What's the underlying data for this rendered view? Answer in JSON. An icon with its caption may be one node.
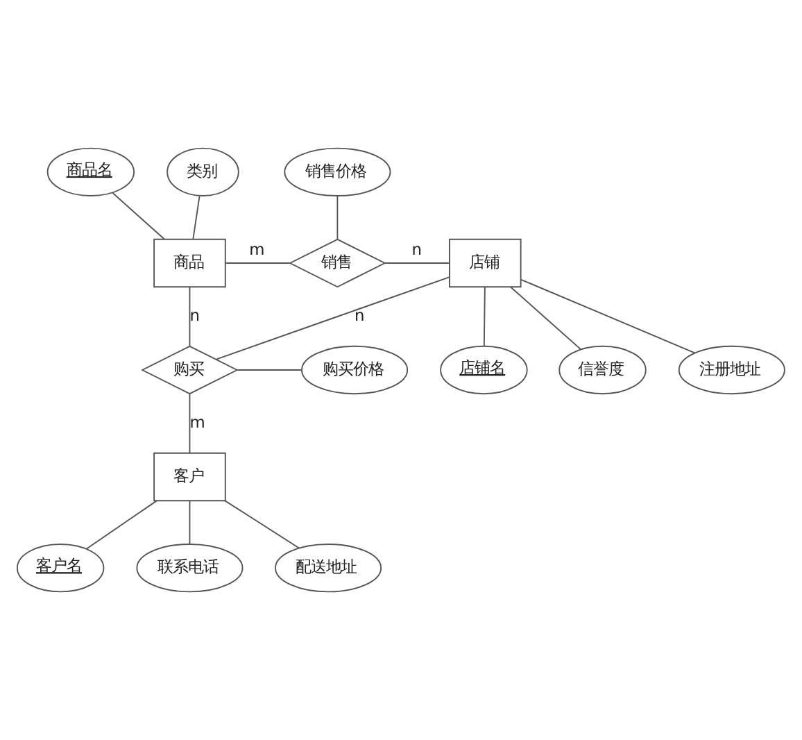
{
  "diagram": {
    "nodes": [
      {
        "text": [
          "商品"
        ]
      },
      {
        "text": [
          "商品名"
        ]
      },
      {
        "text": [
          "类别"
        ]
      },
      {
        "text": [
          "销售"
        ]
      },
      {
        "text": [
          "销售价格"
        ]
      },
      {
        "text": [
          "店铺"
        ]
      },
      {
        "text": [
          "店铺名"
        ]
      },
      {
        "text": [
          "信誉度"
        ]
      },
      {
        "text": [
          "注册地址"
        ]
      },
      {
        "text": [
          "购买"
        ]
      },
      {
        "text": [
          "购买价格"
        ]
      },
      {
        "text": [
          "客户"
        ]
      },
      {
        "text": [
          "客户名"
        ]
      },
      {
        "text": [
          "联系电话"
        ]
      },
      {
        "text": [
          "配送地址"
        ]
      }
    ],
    "edges": [
      {
        "from": 1,
        "to": 0,
        "arrow": "none"
      },
      {
        "from": 2,
        "to": 0,
        "arrow": "none"
      },
      {
        "from": 0,
        "to": 3,
        "arrow": "none",
        "label": "m"
      },
      {
        "from": 3,
        "to": 5,
        "arrow": "none",
        "label": "n"
      },
      {
        "from": 4,
        "to": 3,
        "arrow": "none"
      },
      {
        "from": 5,
        "to": 6,
        "arrow": "none"
      },
      {
        "from": 5,
        "to": 7,
        "arrow": "none"
      },
      {
        "from": 5,
        "to": 8,
        "arrow": "none"
      },
      {
        "from": 0,
        "to": 9,
        "arrow": "none",
        "label": "n"
      },
      {
        "from": 5,
        "to": 9,
        "arrow": "none",
        "label": "n"
      },
      {
        "from": 9,
        "to": 10,
        "arrow": "none"
      },
      {
        "from": 9,
        "to": 11,
        "arrow": "none",
        "label": "m"
      },
      {
        "from": 11,
        "to": 12,
        "arrow": "none"
      },
      {
        "from": 11,
        "to": 13,
        "arrow": "none"
      },
      {
        "from": 11,
        "to": 14,
        "arrow": "none"
      }
    ]
  }
}
